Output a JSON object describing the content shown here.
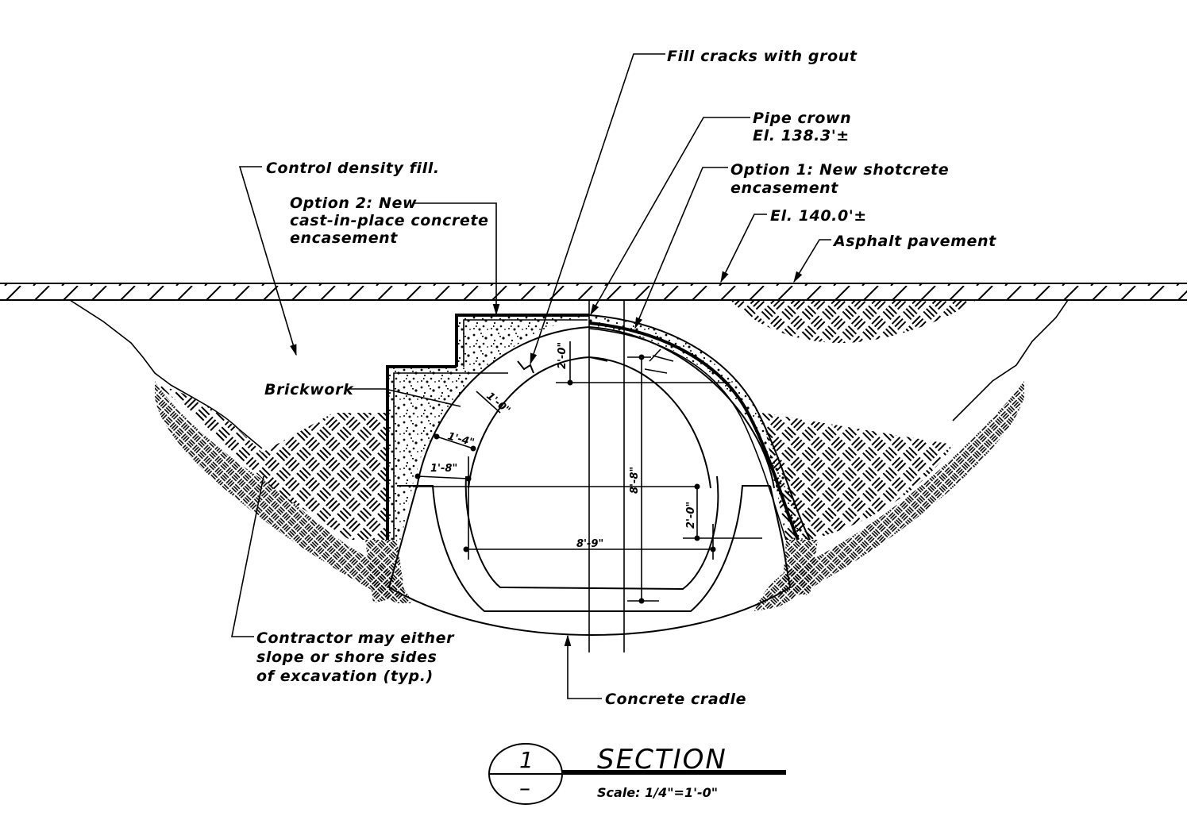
{
  "drawing": {
    "colors": {
      "ink": "#000000",
      "paper": "#ffffff"
    },
    "labels": {
      "fill_cracks": "Fill cracks with grout",
      "pipe_crown_1": "Pipe crown",
      "pipe_crown_2": "El. 138.3'±",
      "option1_1": "Option 1: New shotcrete",
      "option1_2": "encasement",
      "elevation_140": "El. 140.0'±",
      "asphalt": "Asphalt pavement",
      "control_fill": "Control density fill.",
      "option2_1": "Option 2: New",
      "option2_2": "cast-in-place concrete",
      "option2_3": "encasement",
      "brickwork": "Brickwork",
      "contractor_1": "Contractor may either",
      "contractor_2": "slope or shore sides",
      "contractor_3": "of excavation (typ.)",
      "cradle": "Concrete cradle"
    },
    "dimensions": {
      "d_2_0_top": "2'-0\"",
      "d_1_0": "1'-0\"",
      "d_1_4": "1'-4\"",
      "d_1_8": "1'-8\"",
      "d_8_8": "8'-8\"",
      "d_8_9": "8'-9\"",
      "d_2_0_side": "2'-0\""
    },
    "title_block": {
      "number": "1",
      "sheet": "–",
      "title": "SECTION",
      "scale": "Scale: 1/4\"=1'-0\""
    }
  }
}
